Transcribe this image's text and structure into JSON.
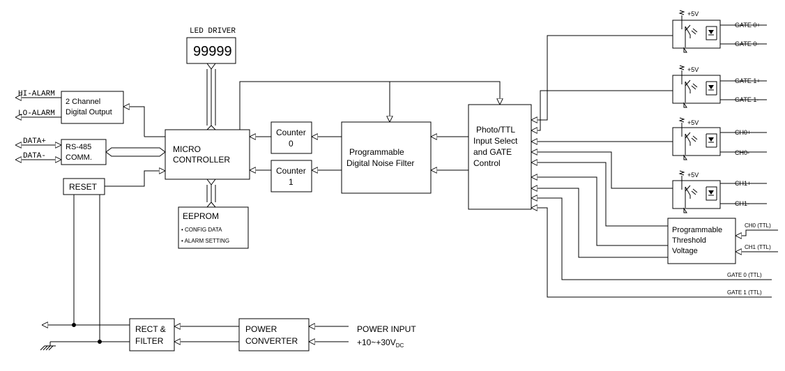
{
  "led_driver": {
    "label": "LED DRIVER",
    "display": "99999"
  },
  "eeprom": {
    "title": "EEPROM",
    "item1": "• CONFIG DATA",
    "item2": "• ALARM SETTING"
  },
  "micro": {
    "line1": "MICRO",
    "line2": "CONTROLLER"
  },
  "digital_output": {
    "line1": "2 Channel",
    "line2": "Digital Output"
  },
  "rs485": {
    "line1": "RS-485",
    "line2": "COMM."
  },
  "reset": {
    "label": "RESET"
  },
  "alarms": {
    "hi": "HI-ALARM",
    "lo": "LO-ALARM"
  },
  "data_lines": {
    "plus": "DATA+",
    "minus": "DATA-"
  },
  "counter0": {
    "line1": "Counter",
    "line2": "0"
  },
  "counter1": {
    "line1": "Counter",
    "line2": "1"
  },
  "noise_filter": {
    "line1": "Programmable",
    "line2": "Digital Noise Filter"
  },
  "input_select": {
    "line1": "Photo/TTL",
    "line2": "Input Select",
    "line3": "and GATE",
    "line4": "Control"
  },
  "threshold": {
    "line1": "Programmable",
    "line2": "Threshold",
    "line3": "Voltage"
  },
  "optos": [
    {
      "vcc": "+5V",
      "pos": "GATE 0+",
      "neg": "GATE 0-"
    },
    {
      "vcc": "+5V",
      "pos": "GATE 1+",
      "neg": "GATE 1-"
    },
    {
      "vcc": "+5V",
      "pos": "CH0+",
      "neg": "CH0-"
    },
    {
      "vcc": "+5V",
      "pos": "CH1+",
      "neg": "CH1-"
    }
  ],
  "ttl_inputs": {
    "ch0": "CH0 (TTL)",
    "ch1": "CH1 (TTL)",
    "gate0": "GATE 0 (TTL)",
    "gate1": "GATE 1 (TTL)"
  },
  "rect_filter": {
    "line1": "RECT &",
    "line2": "FILTER"
  },
  "power_converter": {
    "line1": "POWER",
    "line2": "CONVERTER"
  },
  "power_input": {
    "line1": "POWER INPUT",
    "line2_main": "+10~+30V",
    "line2_sub": "DC"
  }
}
